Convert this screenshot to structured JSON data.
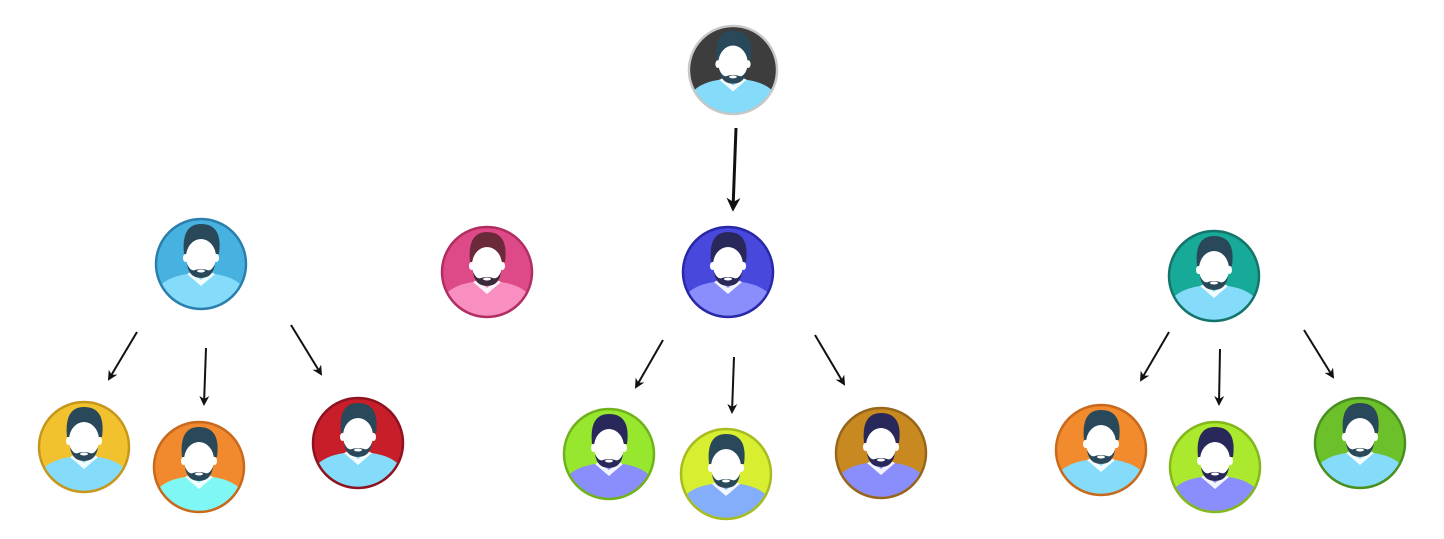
{
  "diagram": {
    "connector_color": "#111111",
    "nodes": [
      {
        "id": "root",
        "icon": "person-avatar-icon",
        "bg": "#3d3d3d",
        "ring": "#c8c8c8",
        "hair": "#29495a",
        "shirt": "#84dbfa",
        "beard": "#29495a"
      },
      {
        "id": "left-parent",
        "icon": "person-avatar-icon",
        "bg": "#47b2e0",
        "ring": "#2a7fae",
        "hair": "#29495a",
        "shirt": "#84dbfa",
        "beard": "#29495a"
      },
      {
        "id": "pink-person",
        "icon": "person-avatar-icon",
        "bg": "#de4a87",
        "ring": "#b02e62",
        "hair": "#6b2a3a",
        "shirt": "#f88fc0",
        "beard": "#3a2a3a"
      },
      {
        "id": "center-parent",
        "icon": "person-avatar-icon",
        "bg": "#4848dc",
        "ring": "#2828a8",
        "hair": "#29285a",
        "shirt": "#8a8dfc",
        "beard": "#29285a"
      },
      {
        "id": "right-parent",
        "icon": "person-avatar-icon",
        "bg": "#18aa98",
        "ring": "#14746a",
        "hair": "#29495a",
        "shirt": "#84dbfa",
        "beard": "#29495a"
      },
      {
        "id": "left-child-1",
        "icon": "person-avatar-icon",
        "bg": "#f2c22e",
        "ring": "#c7971c",
        "hair": "#29495a",
        "shirt": "#84dbfa",
        "beard": "#29495a"
      },
      {
        "id": "left-child-2",
        "icon": "person-avatar-icon",
        "bg": "#f18a2e",
        "ring": "#c8691c",
        "hair": "#29495a",
        "shirt": "#7ff7f4",
        "beard": "#29495a"
      },
      {
        "id": "left-child-3",
        "icon": "person-avatar-icon",
        "bg": "#c81e2a",
        "ring": "#8e1220",
        "hair": "#29495a",
        "shirt": "#84dbfa",
        "beard": "#29495a"
      },
      {
        "id": "center-child-1",
        "icon": "person-avatar-icon",
        "bg": "#97e72e",
        "ring": "#6fb21c",
        "hair": "#29285a",
        "shirt": "#8a8dfc",
        "beard": "#29285a"
      },
      {
        "id": "center-child-2",
        "icon": "person-avatar-icon",
        "bg": "#d8ee30",
        "ring": "#a8bc20",
        "hair": "#29495a",
        "shirt": "#84aefa",
        "beard": "#29495a"
      },
      {
        "id": "center-child-3",
        "icon": "person-avatar-icon",
        "bg": "#c88a20",
        "ring": "#98661a",
        "hair": "#29285a",
        "shirt": "#8a8dfc",
        "beard": "#29285a"
      },
      {
        "id": "right-child-1",
        "icon": "person-avatar-icon",
        "bg": "#f28a2e",
        "ring": "#c8691c",
        "hair": "#29495a",
        "shirt": "#84dbfa",
        "beard": "#29495a"
      },
      {
        "id": "right-child-2",
        "icon": "person-avatar-icon",
        "bg": "#abe92e",
        "ring": "#82b81c",
        "hair": "#29285a",
        "shirt": "#8a8dfc",
        "beard": "#29285a"
      },
      {
        "id": "right-child-3",
        "icon": "person-avatar-icon",
        "bg": "#6cc02a",
        "ring": "#4a9020",
        "hair": "#29495a",
        "shirt": "#84dbfa",
        "beard": "#29495a"
      }
    ],
    "edges": [
      {
        "from": "root",
        "to": "center-parent"
      },
      {
        "from": "left-parent",
        "to": "left-child-1"
      },
      {
        "from": "left-parent",
        "to": "left-child-2"
      },
      {
        "from": "left-parent",
        "to": "left-child-3"
      },
      {
        "from": "center-parent",
        "to": "center-child-1"
      },
      {
        "from": "center-parent",
        "to": "center-child-2"
      },
      {
        "from": "center-parent",
        "to": "center-child-3"
      },
      {
        "from": "right-parent",
        "to": "right-child-1"
      },
      {
        "from": "right-parent",
        "to": "right-child-2"
      },
      {
        "from": "right-parent",
        "to": "right-child-3"
      }
    ]
  }
}
